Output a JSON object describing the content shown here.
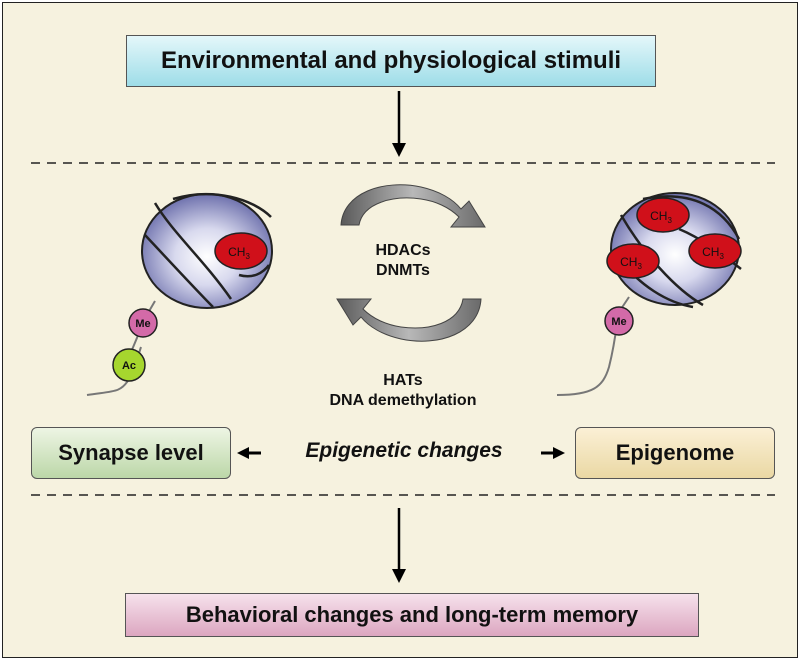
{
  "top_box": {
    "label": "Environmental and physiological stimuli"
  },
  "bottom_box": {
    "label": "Behavioral changes and long-term memory"
  },
  "left_box": {
    "label": "Synapse level"
  },
  "right_box": {
    "label": "Epigenome"
  },
  "center_label": "Epigenetic changes",
  "enzymes_top": {
    "line1": "HDACs",
    "line2": "DNMTs"
  },
  "enzymes_bottom": {
    "line1": "HATs",
    "line2": "DNA demethylation"
  },
  "marks": {
    "methyl": "CH",
    "methyl_sub": "3",
    "me": "Me",
    "ac": "Ac"
  },
  "colors": {
    "background": "#f6f2df",
    "methyl_red": "#d0101a",
    "me_pink": "#d36aa8",
    "ac_green": "#a6d62e",
    "nucleosome_blue": "#7c7fb8"
  },
  "icons": [
    "cycle-arrow-top-icon",
    "cycle-arrow-bottom-icon",
    "nucleosome-left-icon",
    "nucleosome-right-icon"
  ]
}
